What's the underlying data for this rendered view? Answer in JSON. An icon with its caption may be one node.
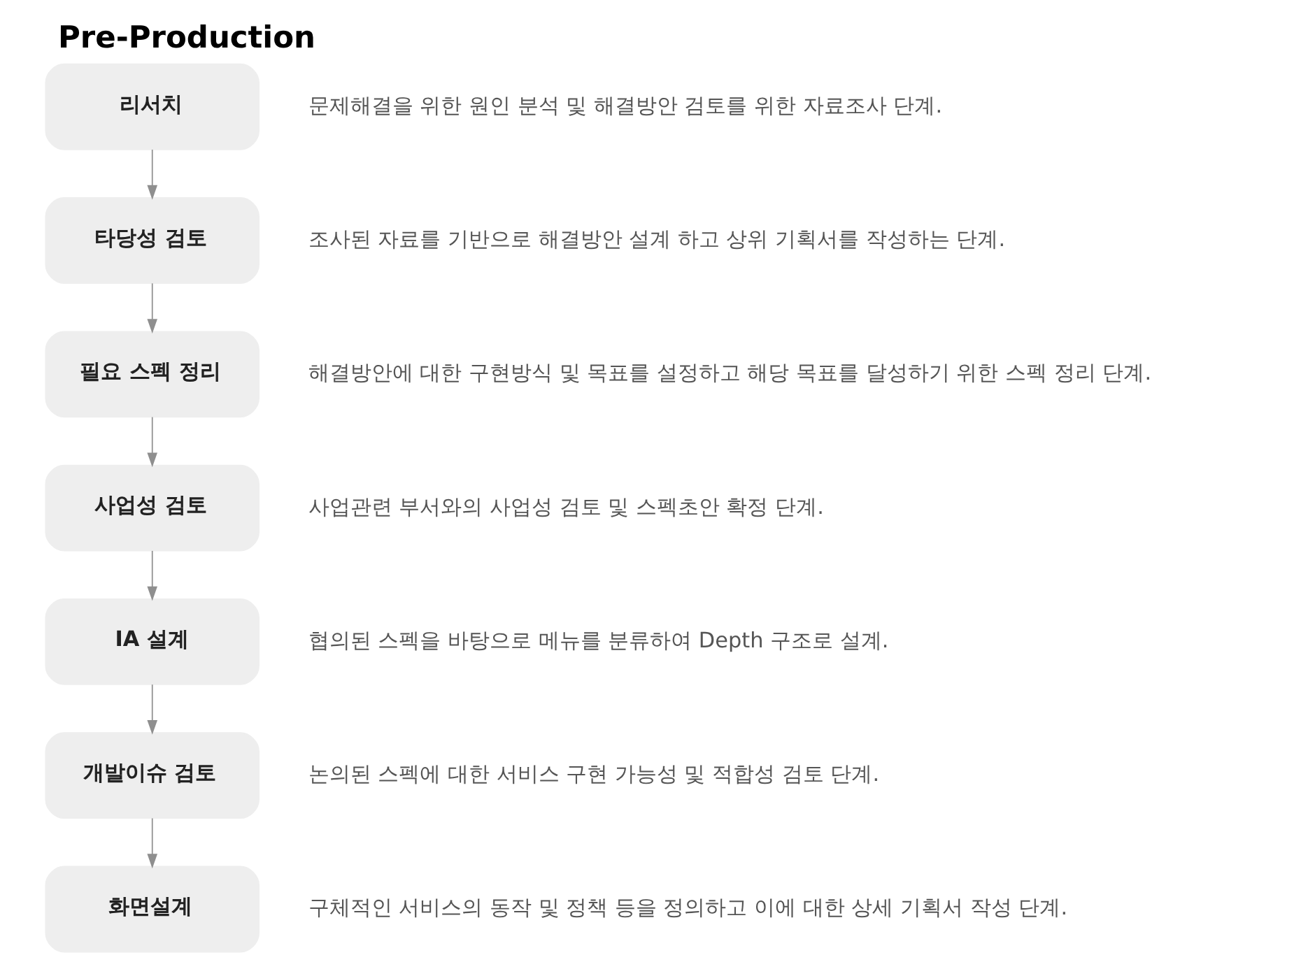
{
  "diagram": {
    "title": "Pre-Production",
    "nodes": [
      {
        "text": [
          "리서치"
        ],
        "beside": [
          "문제해결을 위한 원인 분석 및 해결방안 검토를 위한 자료조사 단계."
        ]
      },
      {
        "text": [
          "타당성 검토"
        ],
        "beside": [
          "조사된 자료를 기반으로 해결방안 설계 하고 상위 기획서를 작성하는 단계."
        ]
      },
      {
        "text": [
          "필요 스펙 정리"
        ],
        "beside": [
          "해결방안에 대한 구현방식 및 목표를 설정하고 해당 목표를 달성하기 위한 스펙 정리 단계."
        ]
      },
      {
        "text": [
          "사업성 검토"
        ],
        "beside": [
          "사업관련 부서와의 사업성 검토 및 스펙초안 확정 단계."
        ]
      },
      {
        "text": [
          "IA 설계"
        ],
        "beside": [
          "협의된 스펙을 바탕으로 메뉴를 분류하여 Depth 구조로 설계."
        ]
      },
      {
        "text": [
          "개발이슈 검토"
        ],
        "beside": [
          "논의된 스펙에 대한 서비스 구현 가능성 및 적합성 검토 단계."
        ]
      },
      {
        "text": [
          "화면설계"
        ],
        "beside": [
          "구체적인 서비스의 동작 및 정책 등을 정의하고 이에 대한 상세 기획서 작성 단계."
        ]
      }
    ],
    "edges": [
      {
        "from": 0,
        "to": 1,
        "arrow": "to"
      },
      {
        "from": 1,
        "to": 2,
        "arrow": "to"
      },
      {
        "from": 2,
        "to": 3,
        "arrow": "to"
      },
      {
        "from": 3,
        "to": 4,
        "arrow": "to"
      },
      {
        "from": 4,
        "to": 5,
        "arrow": "to"
      },
      {
        "from": 5,
        "to": 6,
        "arrow": "to"
      }
    ]
  }
}
